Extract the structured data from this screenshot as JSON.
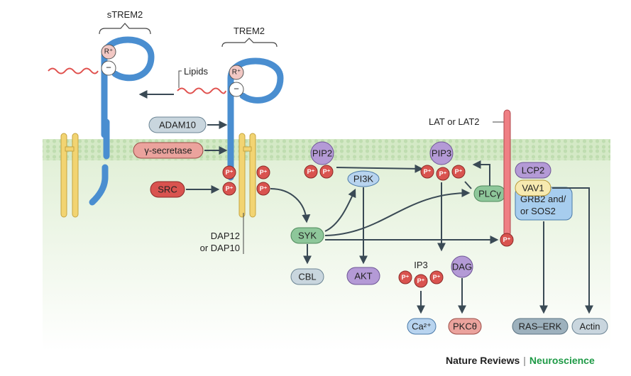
{
  "labels": {
    "strem2": "sTREM2",
    "trem2": "TREM2",
    "lipids": "Lipids",
    "adam10": "ADAM10",
    "gamma_secretase": "γ-secretase",
    "src": "SRC",
    "dap_line1": "DAP12",
    "dap_line2": "or DAP10",
    "lat": "LAT or LAT2",
    "pip2": "PIP2",
    "pip3": "PIP3",
    "pi3k": "PI3K",
    "plc": "PLCγ",
    "syk": "SYK",
    "cbl": "CBL",
    "akt": "AKT",
    "ip3": "IP3",
    "dag": "DAG",
    "ca": "Ca²⁺",
    "pkc": "PKCθ",
    "lcp2": "LCP2",
    "vav1": "VAV1",
    "grb2_line1": "GRB2 and/",
    "grb2_line2": "or SOS2",
    "ras_erk": "RAS–ERK",
    "actin": "Actin",
    "r_plus": "R⁺",
    "minus": "−",
    "p_plus": "P⁺"
  },
  "footer": {
    "brand": "Nature Reviews",
    "separator": "|",
    "journal": "Neuroscience"
  },
  "colors": {
    "receptor_blue": "#4a8ed0",
    "adaptor_yellow": "#f2d472",
    "phospho_red": "#d9534f",
    "lipid_purple": "#b49ad6",
    "syk_green": "#8ec79a",
    "grey_pill": "#c9d6de",
    "lat_pink": "#ef7f84",
    "membrane_green": "#d4e9c6",
    "journal_green": "#1e9a46"
  }
}
